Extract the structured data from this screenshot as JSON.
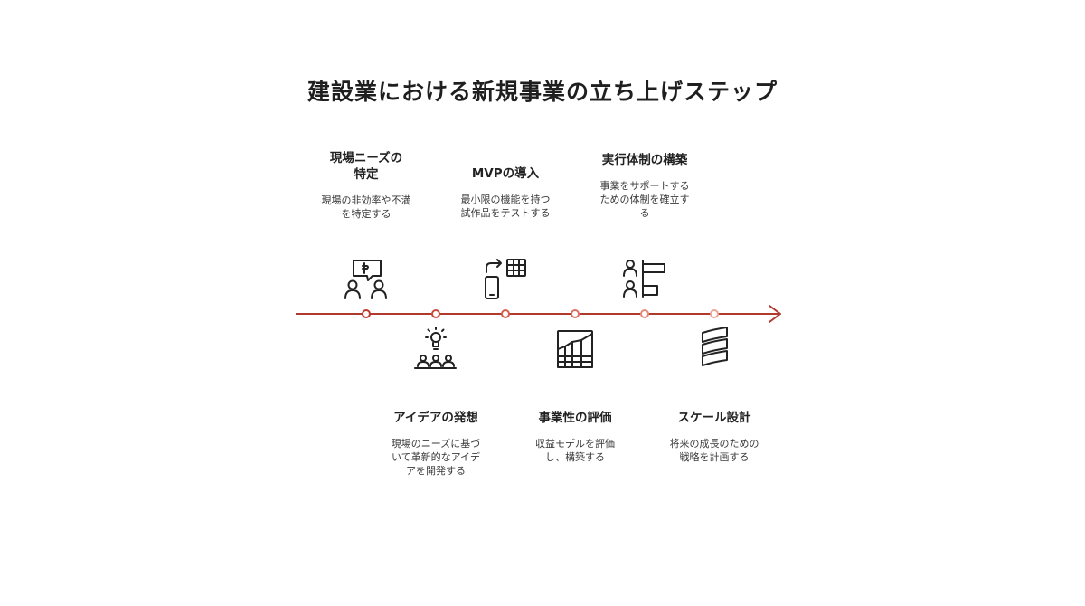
{
  "title": "建設業における新規事業の立ち上げステップ",
  "colors": {
    "timeline": "#b03a2e",
    "marker_1": "#c0392b",
    "marker_2": "#c94a3b",
    "marker_3": "#d35d4d",
    "marker_4": "#dd7263",
    "marker_5": "#e6897b",
    "marker_6": "#eea497",
    "icon": "#222222"
  },
  "steps": [
    {
      "title": "現場ニーズの\n特定",
      "desc": "現場の非効率や不満\nを特定する",
      "icon": "people-with-speech-bubble-icon"
    },
    {
      "title": "アイデアの発想",
      "desc": "現場のニーズに基づ\nいて革新的なアイデ\nアを開発する",
      "icon": "lightbulb-group-icon"
    },
    {
      "title": "MVPの導入",
      "desc": "最小限の機能を持つ\n試作品をテストする",
      "icon": "phone-calculator-exchange-icon"
    },
    {
      "title": "事業性の評価",
      "desc": "収益モデルを評価\nし、構築する",
      "icon": "growth-chart-icon"
    },
    {
      "title": "実行体制の構築",
      "desc": "事業をサポートする\nための体制を確立す\nる",
      "icon": "people-with-flags-icon"
    },
    {
      "title": "スケール設計",
      "desc": "将来の成長のための\n戦略を計画する",
      "icon": "stacked-layers-icon"
    }
  ]
}
